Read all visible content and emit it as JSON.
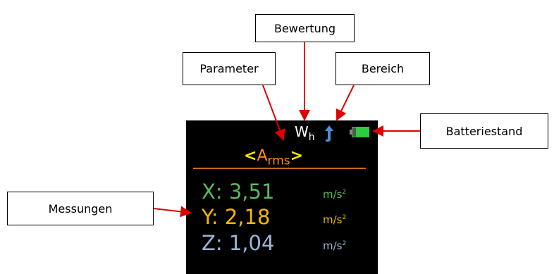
{
  "callouts": {
    "bewertung": "Bewertung",
    "parameter": "Parameter",
    "bereich": "Bereich",
    "batteriestand": "Batteriestand",
    "messungen": "Messungen"
  },
  "device": {
    "weighting_main": "W",
    "weighting_sub": "h",
    "range_icon": "up-arrow-icon",
    "battery_icon": "battery-icon",
    "parameter_main": "A",
    "parameter_sub": "rms",
    "param_arrow_left": "<",
    "param_arrow_right": ">",
    "measurements": [
      {
        "axis": "X:",
        "value": "3,51",
        "unit": "m/s",
        "unit_exp": "2",
        "color": "#5cb85c"
      },
      {
        "axis": "Y:",
        "value": "2,18",
        "unit": "m/s",
        "unit_exp": "2",
        "color": "#f5b800"
      },
      {
        "axis": "Z:",
        "value": "1,04",
        "unit": "m/s",
        "unit_exp": "2",
        "color": "#9db4d6"
      }
    ]
  },
  "colors": {
    "parameter": "#ff8c1a",
    "param_arrows": "#f7e600",
    "divider": "#c96a12",
    "range_arrow": "#4a90d9",
    "battery": "#2ecc40",
    "callout_arrow": "#e00000"
  }
}
